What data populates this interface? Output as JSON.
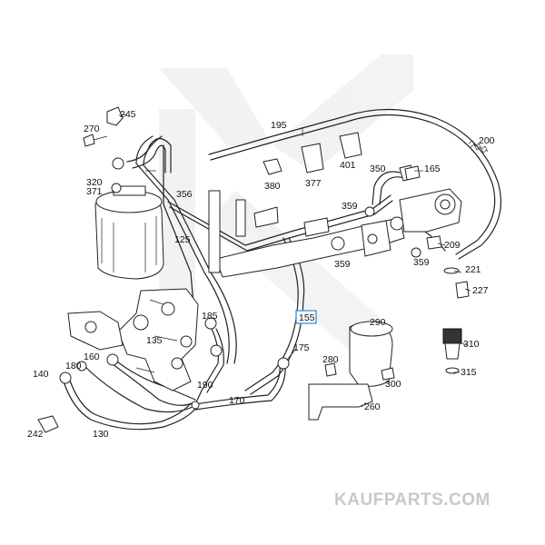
{
  "diagram": {
    "part_labels": [
      {
        "id": "245",
        "text": "245"
      },
      {
        "id": "270",
        "text": "270"
      },
      {
        "id": "195",
        "text": "195"
      },
      {
        "id": "200",
        "text": "200"
      },
      {
        "id": "380",
        "text": "380"
      },
      {
        "id": "377",
        "text": "377"
      },
      {
        "id": "401",
        "text": "401"
      },
      {
        "id": "350",
        "text": "350"
      },
      {
        "id": "165",
        "text": "165"
      },
      {
        "id": "320",
        "text": "320"
      },
      {
        "id": "371",
        "text": "371"
      },
      {
        "id": "356",
        "text": "356"
      },
      {
        "id": "359a",
        "text": "359"
      },
      {
        "id": "359b",
        "text": "359"
      },
      {
        "id": "359c",
        "text": "359"
      },
      {
        "id": "209",
        "text": "209"
      },
      {
        "id": "221",
        "text": "221"
      },
      {
        "id": "227",
        "text": "227"
      },
      {
        "id": "125",
        "text": "125"
      },
      {
        "id": "185",
        "text": "185"
      },
      {
        "id": "135",
        "text": "135"
      },
      {
        "id": "290",
        "text": "290"
      },
      {
        "id": "310",
        "text": "310"
      },
      {
        "id": "315",
        "text": "315"
      },
      {
        "id": "160",
        "text": "160"
      },
      {
        "id": "180",
        "text": "180"
      },
      {
        "id": "140",
        "text": "140"
      },
      {
        "id": "175",
        "text": "175"
      },
      {
        "id": "280",
        "text": "280"
      },
      {
        "id": "300",
        "text": "300"
      },
      {
        "id": "190",
        "text": "190"
      },
      {
        "id": "170",
        "text": "170"
      },
      {
        "id": "260",
        "text": "260"
      },
      {
        "id": "242",
        "text": "242"
      },
      {
        "id": "130",
        "text": "130"
      }
    ],
    "highlighted_callout": {
      "text": "155"
    },
    "watermark": "KAUFPARTS.COM"
  }
}
